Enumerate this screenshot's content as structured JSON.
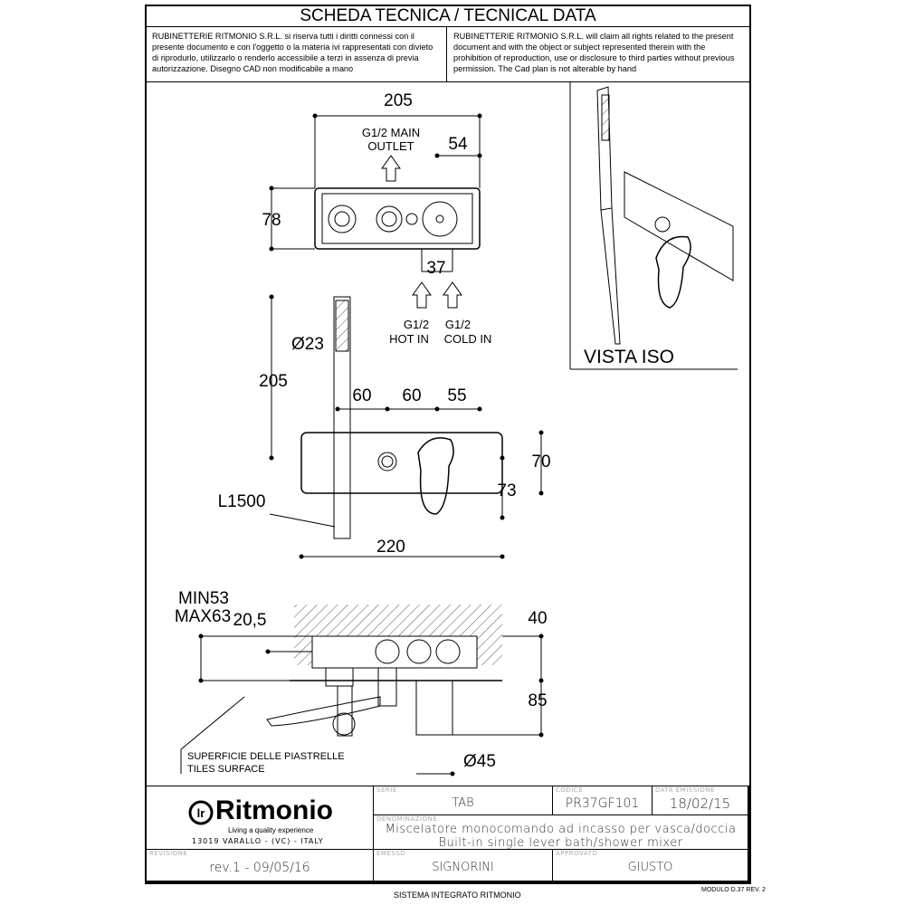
{
  "header": {
    "title": "SCHEDA TECNICA / TECNICAL DATA",
    "disclaimer_it": "RUBINETTERIE RITMONIO S.R.L. si riserva tutti i diritti connessi con il presente documento e con l'oggetto o la materia ivi rappresentati con divieto di riprodurlo, utilizzarlo o renderlo accessibile a terzi in assenza di previa autorizzazione. Disegno CAD non modificabile a mano",
    "disclaimer_en": "RUBINETTERIE RITMONIO S.R.L. will claim all rights related to the present document and with the object or subject represented therein with the prohibition  of reproduction, use or disclosure to third parties without previous permission.  The Cad plan is not alterable by hand"
  },
  "drawing": {
    "top_view": {
      "width": "205",
      "outlet_1": "G1/2  MAIN",
      "outlet_2": "OUTLET",
      "offset": "54",
      "height": "78",
      "inlet_spacing": "37",
      "hot_1": "G1/2",
      "hot_2": "HOT IN",
      "cold_1": "G1/2",
      "cold_2": "COLD IN"
    },
    "front_view": {
      "diameter": "Ø23",
      "height": "205",
      "d1": "60",
      "d2": "60",
      "d3": "55",
      "plate_h": "70",
      "lever_h": "73",
      "hose": "L1500",
      "width": "220"
    },
    "section_view": {
      "min": "MIN53",
      "max": "MAX63",
      "d1": "20,5",
      "d2": "40",
      "depth": "85",
      "diameter": "Ø45",
      "surface_it": "SUPERFICIE DELLE PIASTRELLE",
      "surface_en": "TILES SURFACE"
    },
    "iso_view": {
      "label": "VISTA ISO"
    }
  },
  "title_block": {
    "logo_text": "Ritmonio",
    "tagline": "Living a quality experience",
    "address": "13019 VARALLO - (VC) - ITALY",
    "serie_label": "SERIE",
    "serie": "TAB",
    "codice_label": "CODICE",
    "codice": "PR37GF101",
    "data_label": "DATA EMISSIONE",
    "data": "18/02/15",
    "denominazione_label": "DENOMINAZIONE",
    "desc_it": "Miscelatore monocomando ad incasso per vasca/doccia",
    "desc_en": "Built-in single lever bath/shower mixer",
    "revisione_label": "REVISIONE",
    "revisione": "rev.1  -  09/05/16",
    "emesso_label": "EMESSO",
    "emesso": "SIGNORINI",
    "approvato_label": "APPROVATO",
    "approvato": "GIUSTO"
  },
  "footer": {
    "system": "SISTEMA INTEGRATO RITMONIO",
    "module": "MODULO D.37 REV. 2"
  }
}
